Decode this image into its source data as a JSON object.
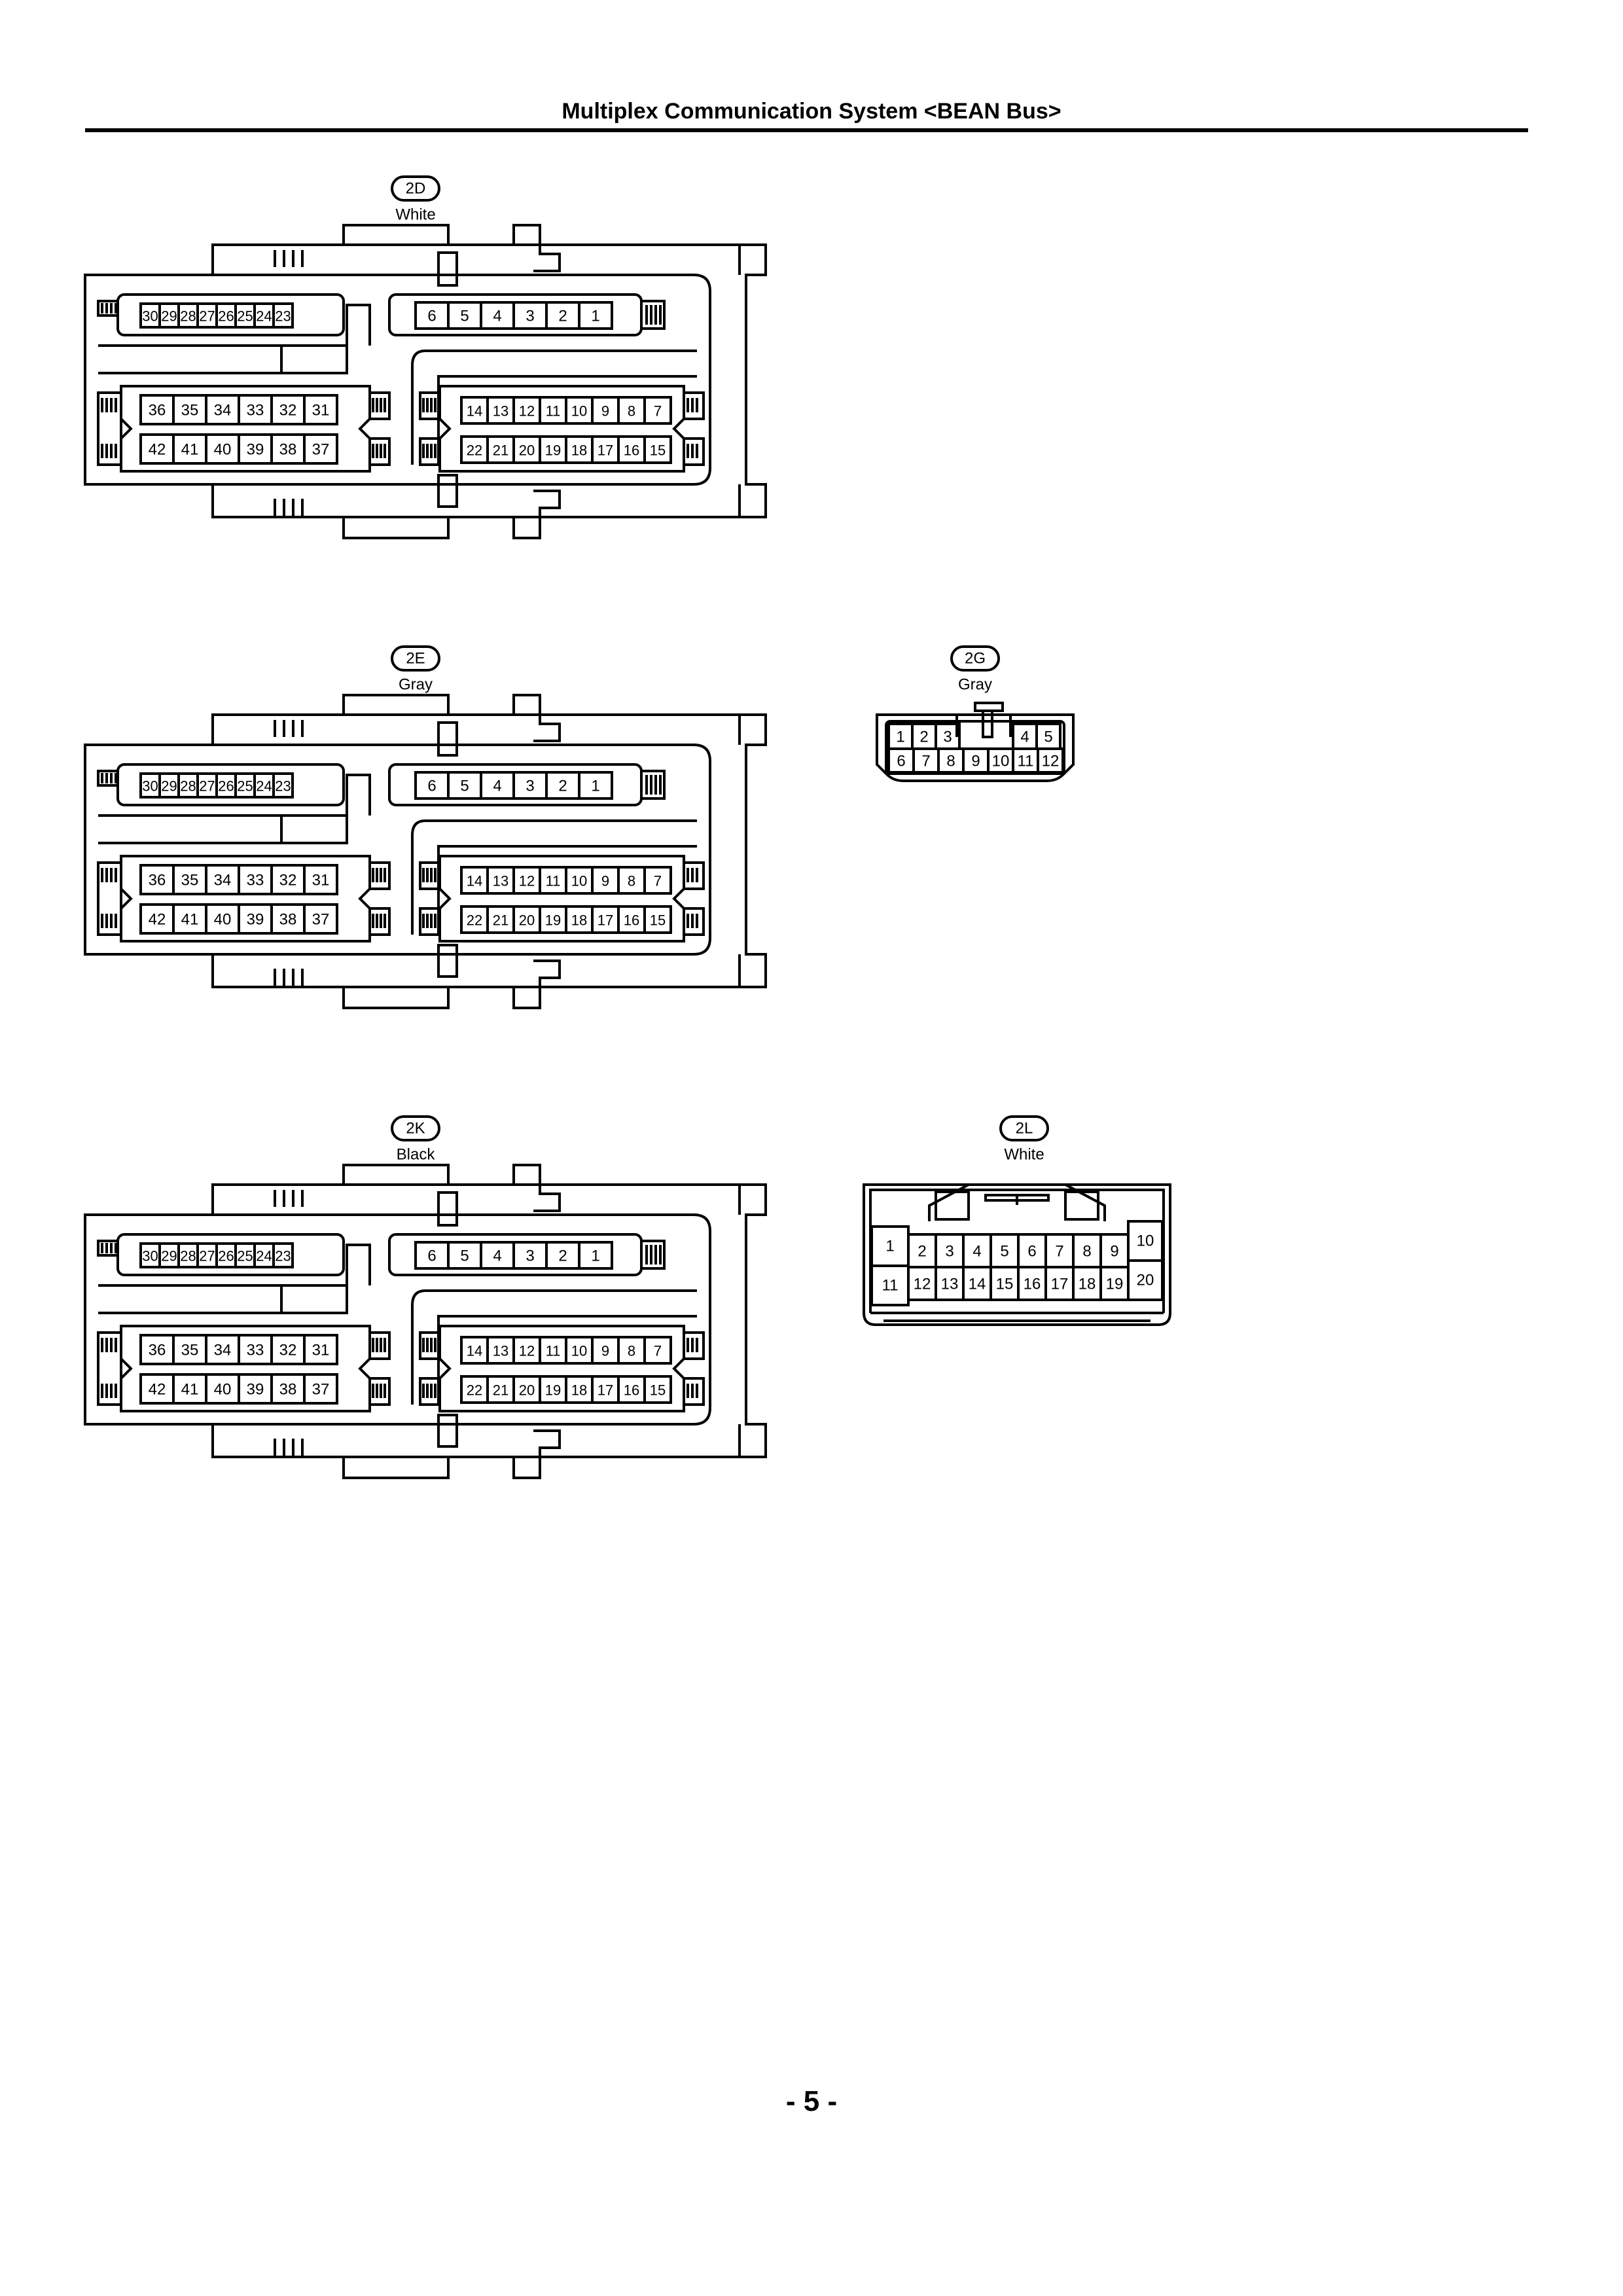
{
  "page": {
    "title": "Multiplex Communication System <BEAN Bus>",
    "page_number": "- 5 -"
  },
  "connectors": {
    "c2D": {
      "code": "2D",
      "color": "White",
      "rows": {
        "top_left": [
          "30",
          "29",
          "28",
          "27",
          "26",
          "25",
          "24",
          "23"
        ],
        "top_right": [
          "6",
          "5",
          "4",
          "3",
          "2",
          "1"
        ],
        "mid_left": [
          "36",
          "35",
          "34",
          "33",
          "32",
          "31"
        ],
        "mid_right": [
          "14",
          "13",
          "12",
          "11",
          "10",
          "9",
          "8",
          "7"
        ],
        "bot_left": [
          "42",
          "41",
          "40",
          "39",
          "38",
          "37"
        ],
        "bot_right": [
          "22",
          "21",
          "20",
          "19",
          "18",
          "17",
          "16",
          "15"
        ]
      }
    },
    "c2E": {
      "code": "2E",
      "color": "Gray",
      "rows": {
        "top_left": [
          "30",
          "29",
          "28",
          "27",
          "26",
          "25",
          "24",
          "23"
        ],
        "top_right": [
          "6",
          "5",
          "4",
          "3",
          "2",
          "1"
        ],
        "mid_left": [
          "36",
          "35",
          "34",
          "33",
          "32",
          "31"
        ],
        "mid_right": [
          "14",
          "13",
          "12",
          "11",
          "10",
          "9",
          "8",
          "7"
        ],
        "bot_left": [
          "42",
          "41",
          "40",
          "39",
          "38",
          "37"
        ],
        "bot_right": [
          "22",
          "21",
          "20",
          "19",
          "18",
          "17",
          "16",
          "15"
        ]
      }
    },
    "c2K": {
      "code": "2K",
      "color": "Black",
      "rows": {
        "top_left": [
          "30",
          "29",
          "28",
          "27",
          "26",
          "25",
          "24",
          "23"
        ],
        "top_right": [
          "6",
          "5",
          "4",
          "3",
          "2",
          "1"
        ],
        "mid_left": [
          "36",
          "35",
          "34",
          "33",
          "32",
          "31"
        ],
        "mid_right": [
          "14",
          "13",
          "12",
          "11",
          "10",
          "9",
          "8",
          "7"
        ],
        "bot_left": [
          "42",
          "41",
          "40",
          "39",
          "38",
          "37"
        ],
        "bot_right": [
          "22",
          "21",
          "20",
          "19",
          "18",
          "17",
          "16",
          "15"
        ]
      }
    },
    "c2G": {
      "code": "2G",
      "color": "Gray",
      "rows": {
        "top_a": [
          "1",
          "2",
          "3"
        ],
        "top_b": [
          "4",
          "5"
        ],
        "bottom": [
          "6",
          "7",
          "8",
          "9",
          "10",
          "11",
          "12"
        ]
      }
    },
    "c2L": {
      "code": "2L",
      "color": "White",
      "rows": {
        "left": [
          "1",
          "11"
        ],
        "top": [
          "2",
          "3",
          "4",
          "5",
          "6",
          "7",
          "8",
          "9"
        ],
        "bottom": [
          "12",
          "13",
          "14",
          "15",
          "16",
          "17",
          "18",
          "19"
        ],
        "right": [
          "10",
          "20"
        ]
      }
    }
  }
}
